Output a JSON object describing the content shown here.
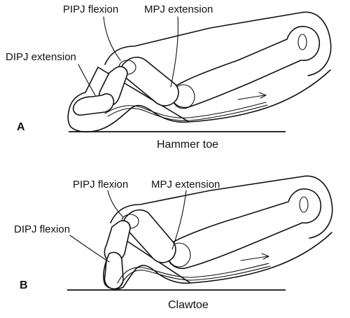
{
  "panels": [
    {
      "letter": "A",
      "caption": "Hammer toe",
      "labels": {
        "proximal": "PIPJ flexion",
        "metatarsal": "MPJ extension",
        "distal": "DIPJ extension"
      }
    },
    {
      "letter": "B",
      "caption": "Clawtoe",
      "labels": {
        "proximal": "PIPJ flexion",
        "metatarsal": "MPJ extension",
        "distal": "DIPJ flexion"
      }
    }
  ]
}
